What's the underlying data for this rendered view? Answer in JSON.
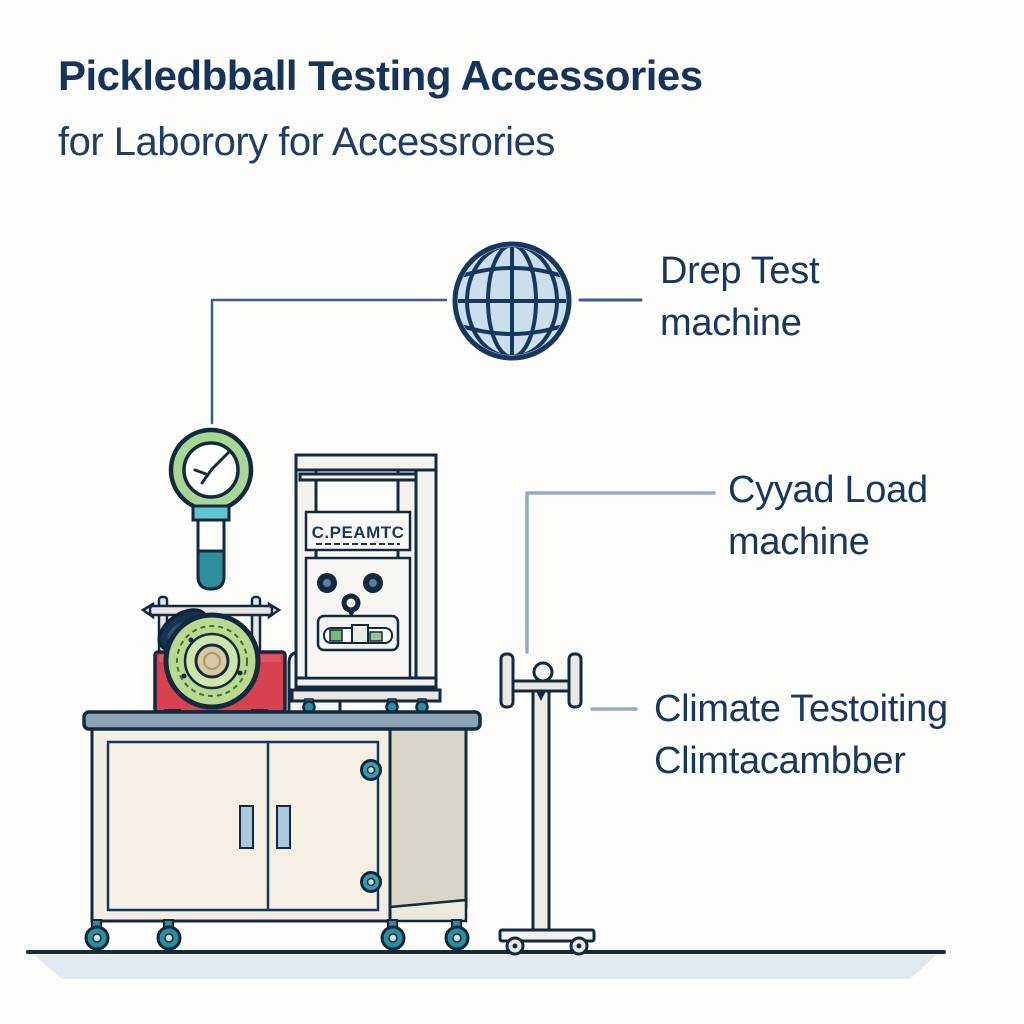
{
  "header": {
    "title": "Pickledbball Testing Accessories",
    "subtitle": "for Laborory for Accessrories"
  },
  "labels": {
    "drop_test": "Drep Test\nmachine",
    "cyclic_load": "Cyyad Load\nmachine",
    "climate_chamber": "Climate Testoiting\nClimtacambber"
  },
  "equipment": {
    "ball_icon": "pickleball-wireframe-globe",
    "gauge_icon": "pressure-gauge-probe",
    "drop_tower_panel_text": "C.PEAMTC",
    "red_machine_icon": "rotary-load-tester",
    "bench_icon": "lab-bench-cabinet",
    "stand_icon": "paddle-holder-stand"
  },
  "colors": {
    "navy": "#17375e",
    "outline": "#13293f",
    "ball_fill": "#cadfec",
    "gauge_green": "#a8d795",
    "teal": "#2f8f9d",
    "caster_teal": "#2c8d9b",
    "red": "#d8414f",
    "wheel_green": "#b9da8e",
    "tabletop_blue": "#8ba3b5",
    "cabinet_cream": "#f3eee1",
    "side_panel": "#d9d5c7",
    "frame_white": "#f3f2ee",
    "connector_light": "#93aac6",
    "ground": "#e2e8f0"
  }
}
